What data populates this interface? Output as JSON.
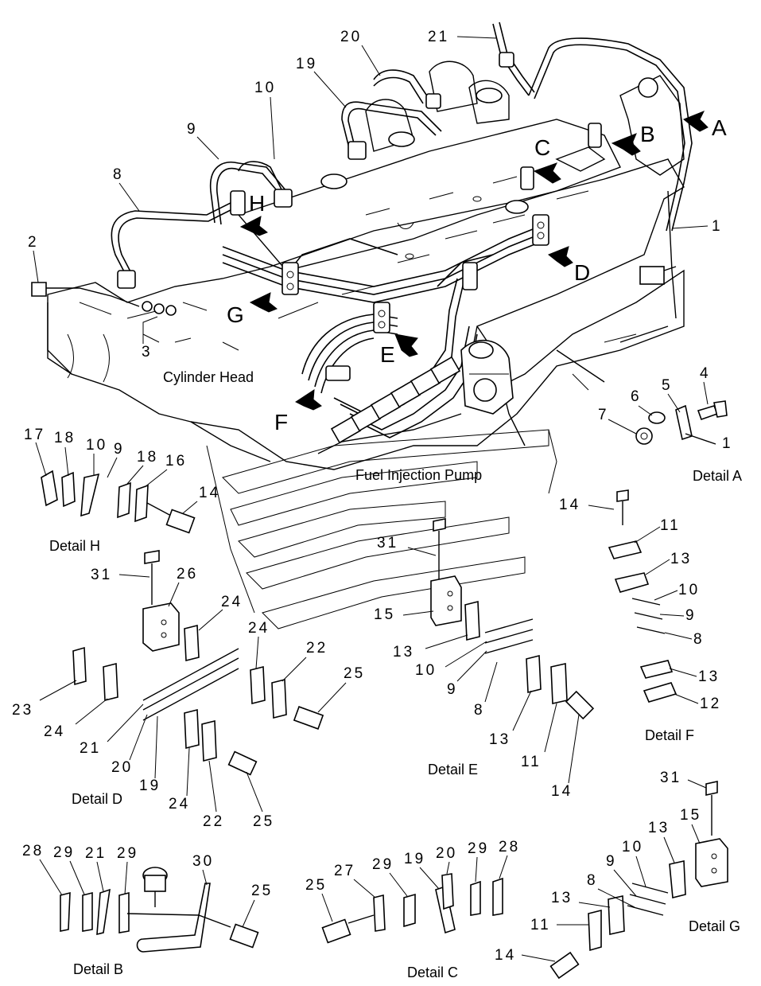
{
  "labels": {
    "cylinder_head": "Cylinder Head",
    "fuel_injection_pump": "Fuel Injection Pump"
  },
  "detail_letters": [
    "A",
    "B",
    "C",
    "D",
    "E",
    "F",
    "G",
    "H"
  ],
  "detail_captions": {
    "a": "Detail A",
    "b": "Detail B",
    "c": "Detail C",
    "d": "Detail D",
    "e": "Detail E",
    "f": "Detail F",
    "g": "Detail G",
    "h": "Detail H"
  },
  "callouts": {
    "main": [
      "1",
      "2",
      "3",
      "8",
      "9",
      "10",
      "19",
      "20",
      "21"
    ],
    "detail_a": [
      "1",
      "4",
      "5",
      "6",
      "7"
    ],
    "detail_h": [
      "17",
      "18",
      "10",
      "9",
      "18",
      "16",
      "14"
    ],
    "detail_d": [
      "31",
      "26",
      "24",
      "23",
      "24",
      "21",
      "20",
      "19",
      "24",
      "22",
      "25",
      "24",
      "22",
      "25"
    ],
    "detail_e": [
      "31",
      "15",
      "13",
      "10",
      "9",
      "8",
      "13",
      "11",
      "14"
    ],
    "detail_f": [
      "14",
      "11",
      "13",
      "10",
      "9",
      "8",
      "13",
      "12"
    ],
    "detail_b": [
      "28",
      "29",
      "21",
      "29",
      "30",
      "25"
    ],
    "detail_c": [
      "25",
      "27",
      "29",
      "19",
      "20",
      "29",
      "28"
    ],
    "detail_g": [
      "31",
      "15",
      "13",
      "10",
      "9",
      "8",
      "13",
      "11",
      "14"
    ]
  }
}
